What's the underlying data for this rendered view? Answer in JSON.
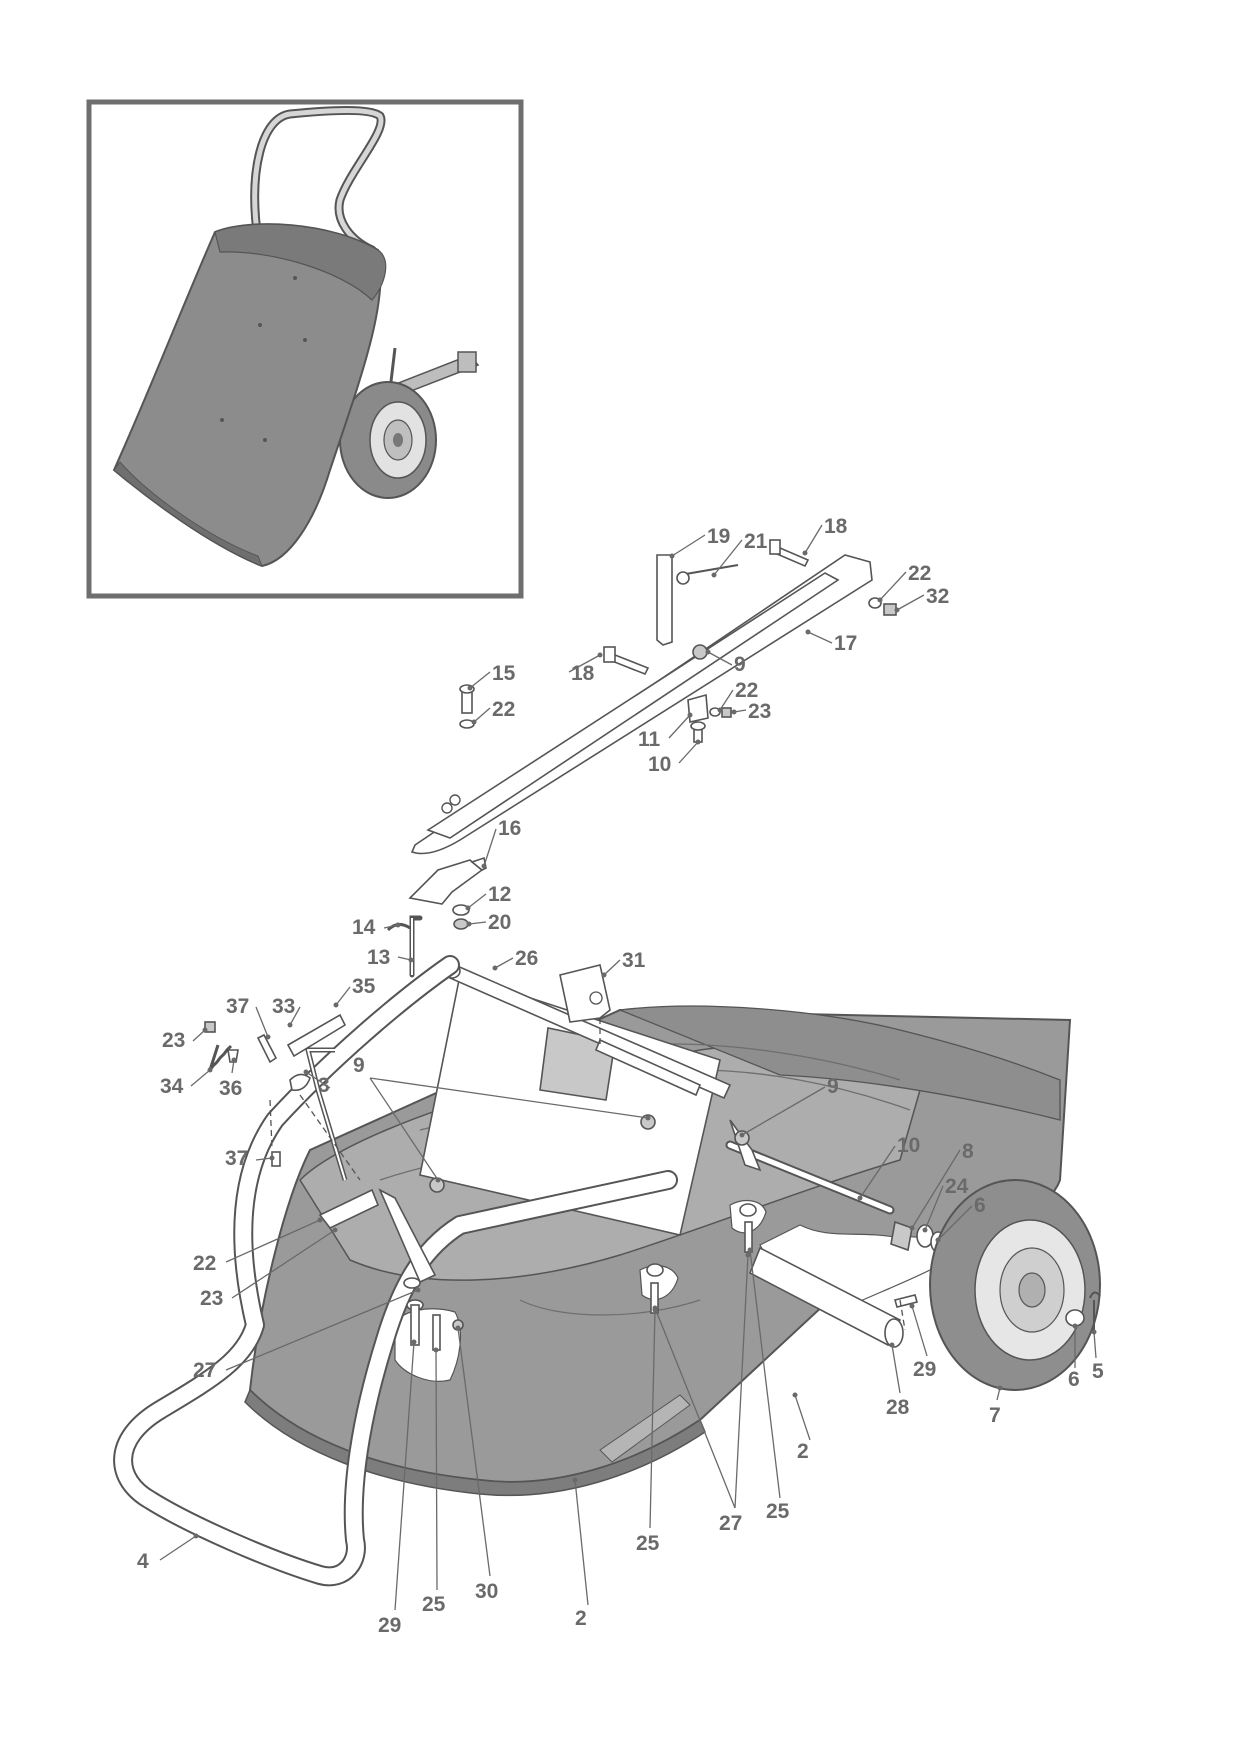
{
  "colors": {
    "label": "#6a6a6a",
    "line": "#555555",
    "body_fill": "#9a9a9a",
    "dark_fill": "#7d7d7d",
    "light_fill": "#c8c8c8",
    "inset_border": "#6e6e6e"
  },
  "inset": {
    "icon": "lawn-sweeper-overview-icon"
  },
  "callouts": [
    {
      "id": "c19",
      "text": "19"
    },
    {
      "id": "c21",
      "text": "21"
    },
    {
      "id": "c18a",
      "text": "18"
    },
    {
      "id": "c22a",
      "text": "22"
    },
    {
      "id": "c32",
      "text": "32"
    },
    {
      "id": "c17",
      "text": "17"
    },
    {
      "id": "c18b",
      "text": "18"
    },
    {
      "id": "c9a",
      "text": "9"
    },
    {
      "id": "c15",
      "text": "15"
    },
    {
      "id": "c22b",
      "text": "22"
    },
    {
      "id": "c22c",
      "text": "22"
    },
    {
      "id": "c23a",
      "text": "23"
    },
    {
      "id": "c11",
      "text": "11"
    },
    {
      "id": "c10a",
      "text": "10"
    },
    {
      "id": "c16",
      "text": "16"
    },
    {
      "id": "c12",
      "text": "12"
    },
    {
      "id": "c14",
      "text": "14"
    },
    {
      "id": "c20",
      "text": "20"
    },
    {
      "id": "c13",
      "text": "13"
    },
    {
      "id": "c26",
      "text": "26"
    },
    {
      "id": "c31",
      "text": "31"
    },
    {
      "id": "c37a",
      "text": "37"
    },
    {
      "id": "c33",
      "text": "33"
    },
    {
      "id": "c35",
      "text": "35"
    },
    {
      "id": "c23b",
      "text": "23"
    },
    {
      "id": "c34",
      "text": "34"
    },
    {
      "id": "c36",
      "text": "36"
    },
    {
      "id": "c3",
      "text": "3"
    },
    {
      "id": "c9b",
      "text": "9"
    },
    {
      "id": "c9c",
      "text": "9"
    },
    {
      "id": "c37b",
      "text": "37"
    },
    {
      "id": "c10b",
      "text": "10"
    },
    {
      "id": "c8",
      "text": "8"
    },
    {
      "id": "c24",
      "text": "24"
    },
    {
      "id": "c6a",
      "text": "6"
    },
    {
      "id": "c22d",
      "text": "22"
    },
    {
      "id": "c23c",
      "text": "23"
    },
    {
      "id": "c27a",
      "text": "27"
    },
    {
      "id": "c29a",
      "text": "29"
    },
    {
      "id": "c6b",
      "text": "6"
    },
    {
      "id": "c5",
      "text": "5"
    },
    {
      "id": "c28",
      "text": "28"
    },
    {
      "id": "c7",
      "text": "7"
    },
    {
      "id": "c2a",
      "text": "2"
    },
    {
      "id": "c27b",
      "text": "27"
    },
    {
      "id": "c25a",
      "text": "25"
    },
    {
      "id": "c25b",
      "text": "25"
    },
    {
      "id": "c4",
      "text": "4"
    },
    {
      "id": "c29b",
      "text": "29"
    },
    {
      "id": "c25c",
      "text": "25"
    },
    {
      "id": "c30",
      "text": "30"
    },
    {
      "id": "c2b",
      "text": "2"
    }
  ]
}
